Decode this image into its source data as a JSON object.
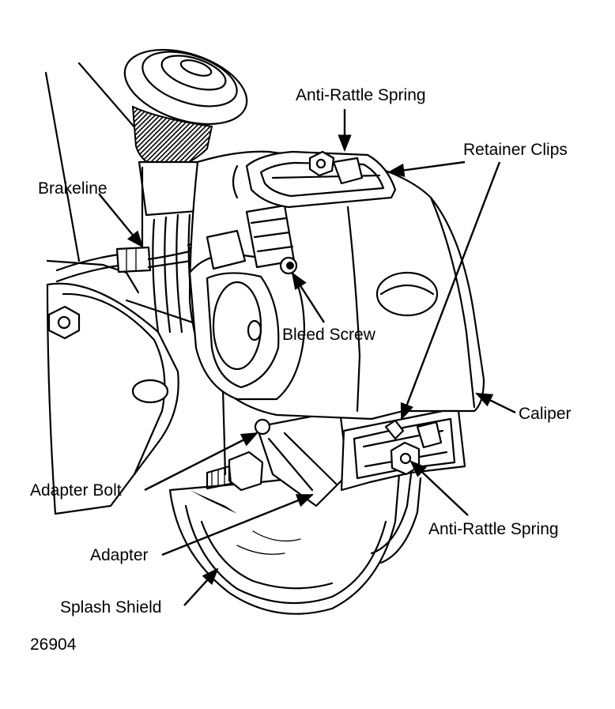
{
  "labels": {
    "anti_rattle_spring_top": "Anti-Rattle Spring",
    "retainer_clips": "Retainer Clips",
    "brakeline": "Brakeline",
    "bleed_screw": "Bleed Screw",
    "caliper": "Caliper",
    "adapter_bolt": "Adapter Bolt",
    "anti_rattle_spring_bottom": "Anti-Rattle Spring",
    "adapter": "Adapter",
    "splash_shield": "Splash Shield"
  },
  "figure_number": "26904"
}
